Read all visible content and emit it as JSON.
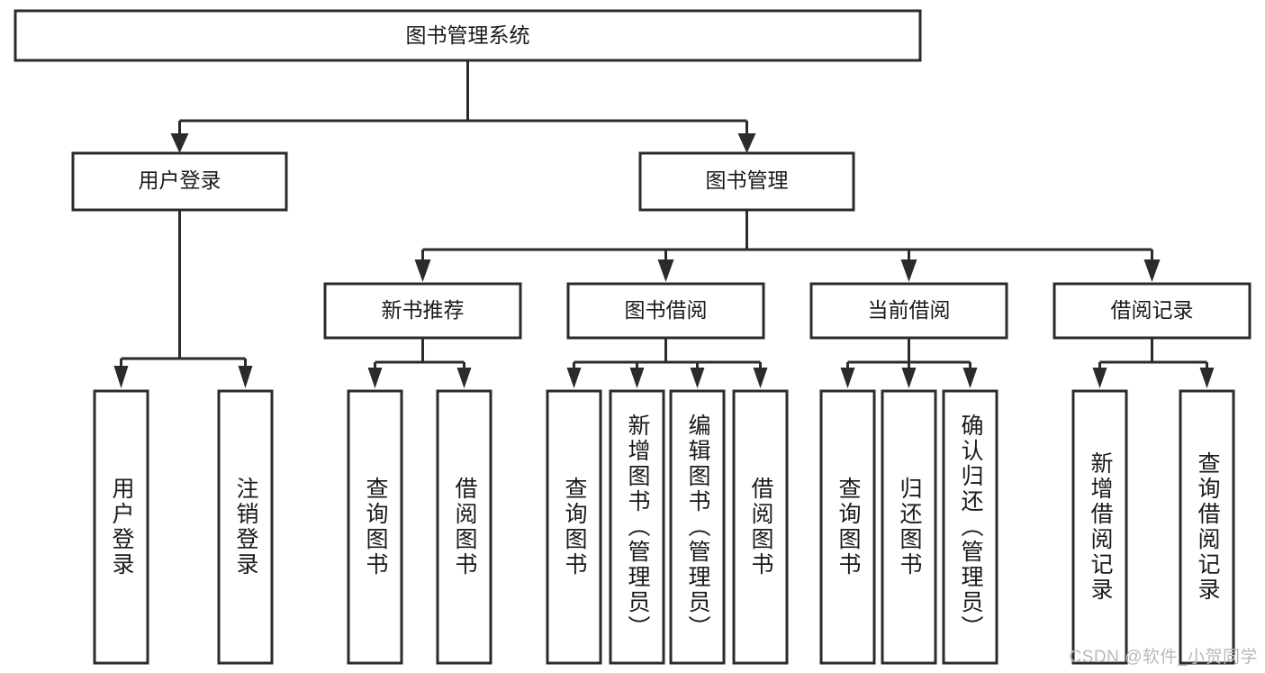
{
  "diagram": {
    "type": "tree",
    "title": "图书管理系统",
    "watermark": "CSDN @软件_小贺同学",
    "colors": {
      "stroke": "#2b2b2b",
      "fill": "#ffffff",
      "text": "#1a1a1a",
      "watermark": "#b9b9b9"
    },
    "root": {
      "label": "图书管理系统"
    },
    "level2": [
      {
        "label": "用户登录"
      },
      {
        "label": "图书管理"
      }
    ],
    "level3": [
      {
        "label": "新书推荐"
      },
      {
        "label": "图书借阅"
      },
      {
        "label": "当前借阅"
      },
      {
        "label": "借阅记录"
      }
    ],
    "leaves": [
      {
        "label": "用户登录",
        "parent": "用户登录"
      },
      {
        "label": "注销登录",
        "parent": "用户登录"
      },
      {
        "label": "查询图书",
        "parent": "新书推荐"
      },
      {
        "label": "借阅图书",
        "parent": "新书推荐"
      },
      {
        "label": "查询图书",
        "parent": "图书借阅"
      },
      {
        "label": "新增图书（管理员）",
        "parent": "图书借阅"
      },
      {
        "label": "编辑图书（管理员）",
        "parent": "图书借阅"
      },
      {
        "label": "借阅图书",
        "parent": "图书借阅"
      },
      {
        "label": "查询图书",
        "parent": "当前借阅"
      },
      {
        "label": "归还图书",
        "parent": "当前借阅"
      },
      {
        "label": "确认归还（管理员）",
        "parent": "当前借阅"
      },
      {
        "label": "新增借阅记录",
        "parent": "借阅记录"
      },
      {
        "label": "查询借阅记录",
        "parent": "借阅记录"
      }
    ]
  }
}
